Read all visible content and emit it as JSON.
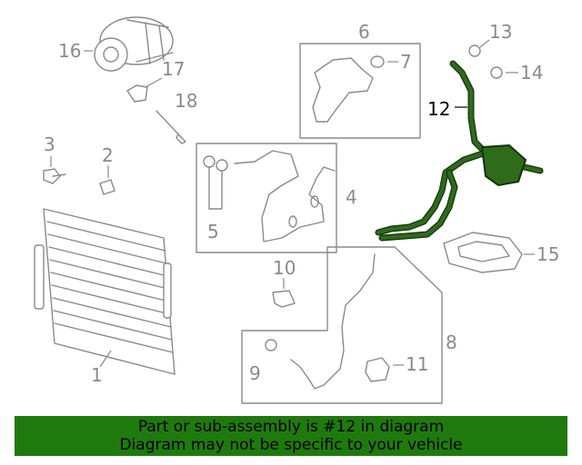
{
  "diagram": {
    "highlighted_part": "12",
    "callouts": [
      "1",
      "2",
      "3",
      "4",
      "5",
      "6",
      "7",
      "8",
      "9",
      "10",
      "11",
      "12",
      "13",
      "14",
      "15",
      "16",
      "17",
      "18"
    ]
  },
  "banner": {
    "line1": "Part or sub-assembly is #12 in diagram",
    "line2": "Diagram may not be specific to your vehicle",
    "color": "#1f7a0e"
  },
  "colors": {
    "line_art": "#8a8a8a",
    "highlight": "#2e6b1a"
  }
}
